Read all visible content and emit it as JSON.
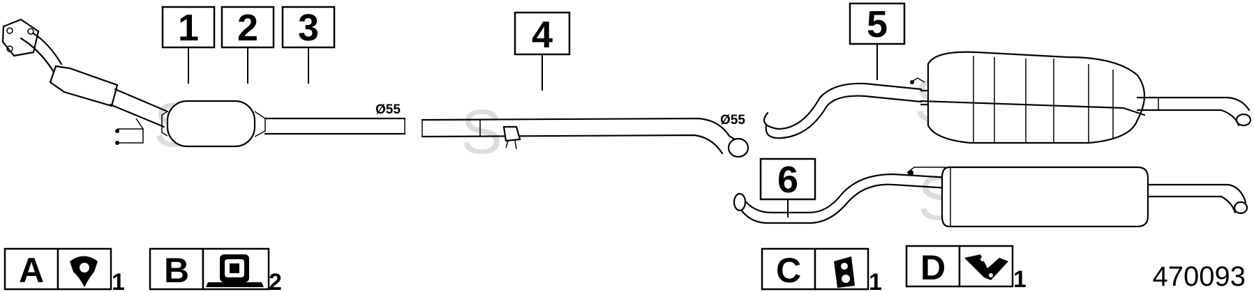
{
  "callouts": [
    "1",
    "2",
    "3",
    "4",
    "5",
    "6"
  ],
  "diameter_labels": {
    "front": "Ø55",
    "middle": "Ø55"
  },
  "accessories": [
    {
      "letter": "A",
      "qty": "1",
      "icon": "gasket-icon"
    },
    {
      "letter": "B",
      "qty": "2",
      "icon": "rubber-mount-icon"
    },
    {
      "letter": "C",
      "qty": "1",
      "icon": "hanger-icon"
    },
    {
      "letter": "D",
      "qty": "1",
      "icon": "bracket-icon"
    }
  ],
  "reference_code": "470093",
  "watermark": "S"
}
